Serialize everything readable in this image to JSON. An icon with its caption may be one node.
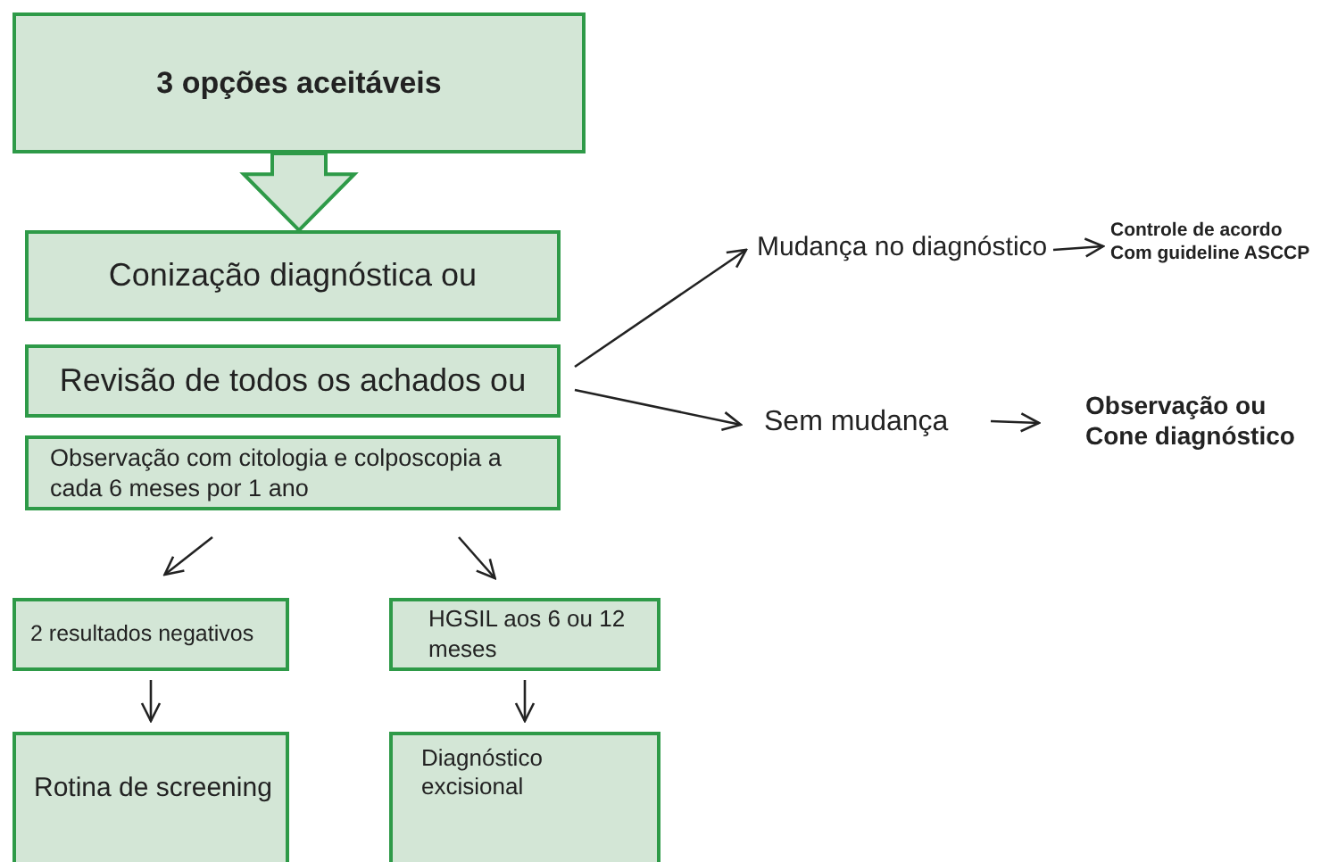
{
  "diagram": {
    "nodes": [
      {
        "text": [
          "3 opções aceitáveis"
        ]
      },
      {
        "text": [
          "Conização diagnóstica ou"
        ]
      },
      {
        "text": [
          "Revisão de todos os achados ou"
        ]
      },
      {
        "text": [
          "Observação com citologia e colposcopia a cada 6 meses por 1 ano"
        ]
      },
      {
        "text": [
          "Mudança no diagnóstico"
        ]
      },
      {
        "text": [
          "Controle de acordo Com guideline ASCCP"
        ]
      },
      {
        "text": [
          "Sem mudança"
        ]
      },
      {
        "text": [
          "Observação ou Cone diagnóstico"
        ]
      },
      {
        "text": [
          "2 resultados negativos"
        ]
      },
      {
        "text": [
          "HGSIL aos 6 ou 12 meses"
        ]
      },
      {
        "text": [
          "Rotina de screening"
        ]
      },
      {
        "text": [
          "Diagnóstico excisional"
        ]
      }
    ],
    "edges": [
      {
        "from": 0,
        "to": 1,
        "arrow": "to",
        "style": "thick"
      },
      {
        "from": 2,
        "to": 4,
        "arrow": "to"
      },
      {
        "from": 2,
        "to": 6,
        "arrow": "to"
      },
      {
        "from": 4,
        "to": 5,
        "arrow": "to"
      },
      {
        "from": 6,
        "to": 7,
        "arrow": "to"
      },
      {
        "from": 3,
        "to": 8,
        "arrow": "to"
      },
      {
        "from": 3,
        "to": 9,
        "arrow": "to"
      },
      {
        "from": 8,
        "to": 10,
        "arrow": "to"
      },
      {
        "from": 9,
        "to": 11,
        "arrow": "to"
      }
    ]
  }
}
